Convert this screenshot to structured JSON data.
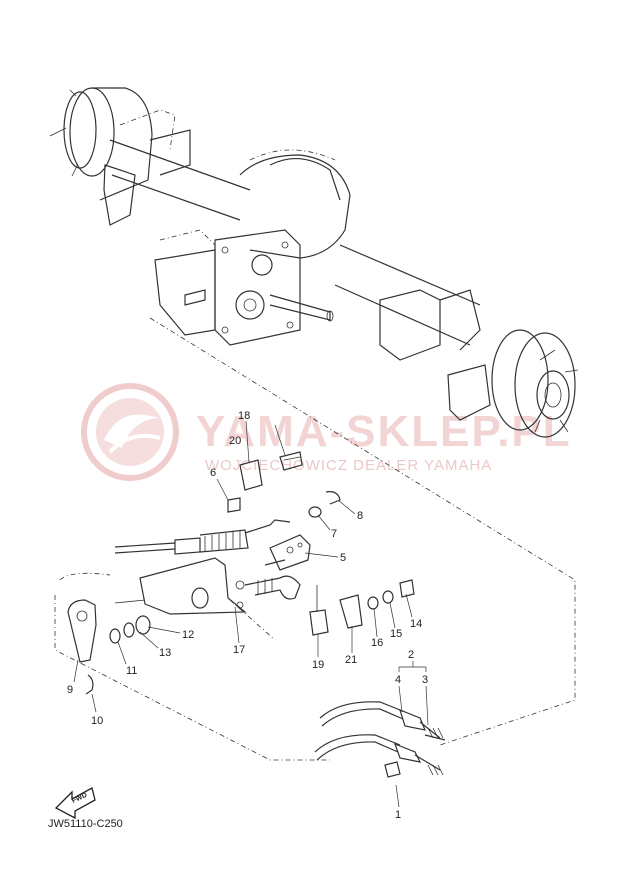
{
  "diagram_code": "JW51110-C250",
  "fwd_label": "FWD",
  "watermark": {
    "main": "YAMA-SKLEP.PL",
    "sub": "WOJCIECHOWICZ DEALER YAMAHA"
  },
  "callouts": [
    {
      "id": "c1",
      "label": "1"
    },
    {
      "id": "c2",
      "label": "2"
    },
    {
      "id": "c3",
      "label": "3"
    },
    {
      "id": "c4",
      "label": "4"
    },
    {
      "id": "c5",
      "label": "5"
    },
    {
      "id": "c6",
      "label": "6"
    },
    {
      "id": "c7",
      "label": "7"
    },
    {
      "id": "c8",
      "label": "8"
    },
    {
      "id": "c9",
      "label": "9"
    },
    {
      "id": "c10",
      "label": "10"
    },
    {
      "id": "c11",
      "label": "11"
    },
    {
      "id": "c12",
      "label": "12"
    },
    {
      "id": "c13",
      "label": "13"
    },
    {
      "id": "c14",
      "label": "14"
    },
    {
      "id": "c15",
      "label": "15"
    },
    {
      "id": "c16",
      "label": "16"
    },
    {
      "id": "c17",
      "label": "17"
    },
    {
      "id": "c18",
      "label": "18"
    },
    {
      "id": "c19",
      "label": "19"
    },
    {
      "id": "c20",
      "label": "20"
    },
    {
      "id": "c21",
      "label": "21"
    }
  ]
}
